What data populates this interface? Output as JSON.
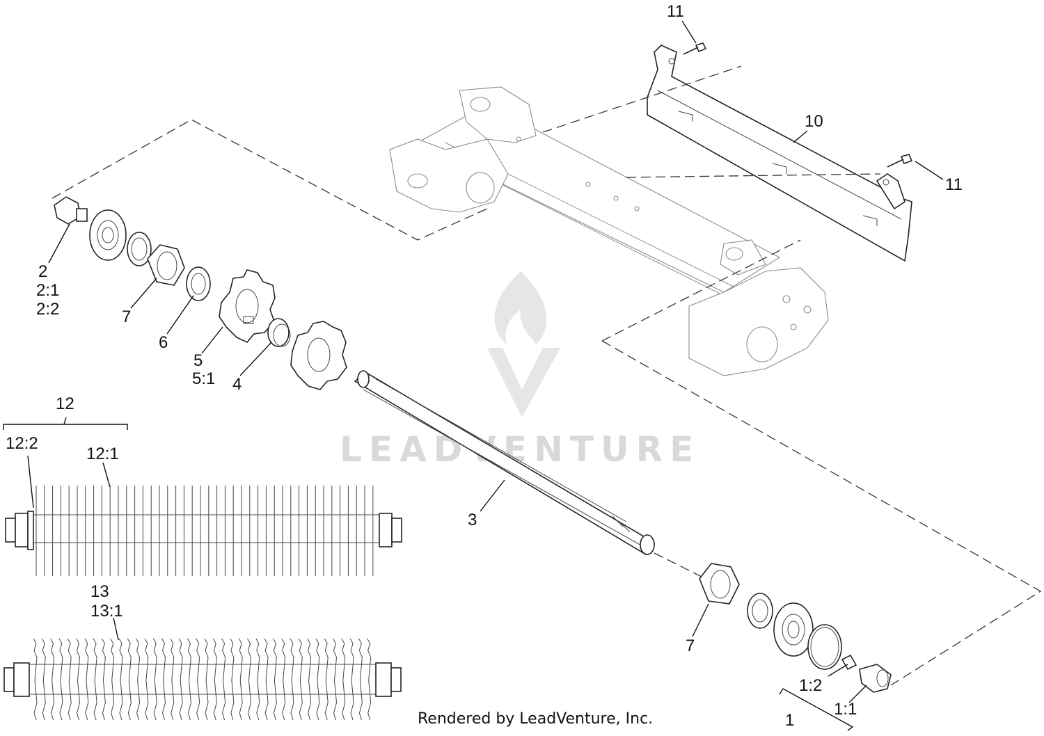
{
  "diagram": {
    "callouts": [
      {
        "id": "c11a",
        "text": "11"
      },
      {
        "id": "c10",
        "text": "10"
      },
      {
        "id": "c11b",
        "text": "11"
      },
      {
        "id": "c2",
        "text": "2"
      },
      {
        "id": "c21",
        "text": "2:1"
      },
      {
        "id": "c22",
        "text": "2:2"
      },
      {
        "id": "c7a",
        "text": "7"
      },
      {
        "id": "c6",
        "text": "6"
      },
      {
        "id": "c5",
        "text": "5"
      },
      {
        "id": "c51",
        "text": "5:1"
      },
      {
        "id": "c4",
        "text": "4"
      },
      {
        "id": "c12",
        "text": "12"
      },
      {
        "id": "c122",
        "text": "12:2"
      },
      {
        "id": "c121",
        "text": "12:1"
      },
      {
        "id": "c3",
        "text": "3"
      },
      {
        "id": "c13",
        "text": "13"
      },
      {
        "id": "c131",
        "text": "13:1"
      },
      {
        "id": "c7b",
        "text": "7"
      },
      {
        "id": "c12b",
        "text": "1:2"
      },
      {
        "id": "c11c",
        "text": "1:1"
      },
      {
        "id": "c1",
        "text": "1"
      }
    ],
    "credit": "Rendered by LeadVenture, Inc.",
    "watermark": "LEADVENTURE"
  }
}
